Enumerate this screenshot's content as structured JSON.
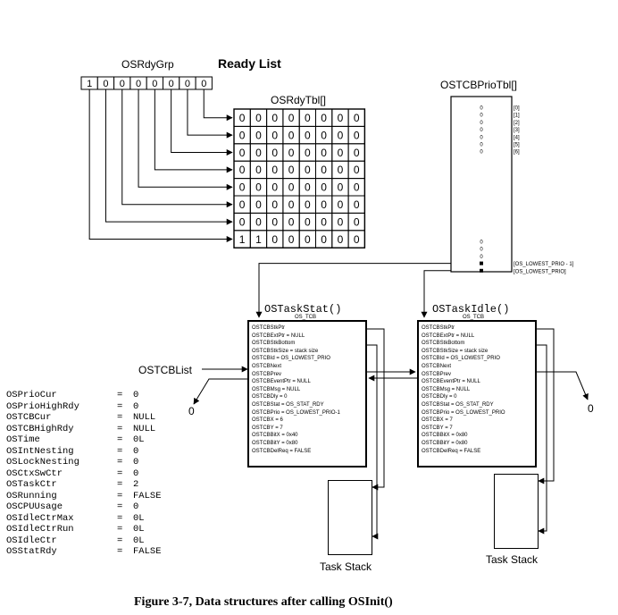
{
  "ready_list_title": "Ready List",
  "osrdygrp": {
    "label": "OSRdyGrp",
    "bits": [
      "1",
      "0",
      "0",
      "0",
      "0",
      "0",
      "0",
      "0"
    ]
  },
  "osrdytbl": {
    "label": "OSRdyTbl[]",
    "rows": [
      [
        "0",
        "0",
        "0",
        "0",
        "0",
        "0",
        "0",
        "0"
      ],
      [
        "0",
        "0",
        "0",
        "0",
        "0",
        "0",
        "0",
        "0"
      ],
      [
        "0",
        "0",
        "0",
        "0",
        "0",
        "0",
        "0",
        "0"
      ],
      [
        "0",
        "0",
        "0",
        "0",
        "0",
        "0",
        "0",
        "0"
      ],
      [
        "0",
        "0",
        "0",
        "0",
        "0",
        "0",
        "0",
        "0"
      ],
      [
        "0",
        "0",
        "0",
        "0",
        "0",
        "0",
        "0",
        "0"
      ],
      [
        "0",
        "0",
        "0",
        "0",
        "0",
        "0",
        "0",
        "0"
      ],
      [
        "1",
        "1",
        "0",
        "0",
        "0",
        "0",
        "0",
        "0"
      ]
    ]
  },
  "ostcbpriotbl": {
    "label": "OSTCBPrioTbl[]",
    "top_values": [
      "0",
      "0",
      "0",
      "0",
      "0",
      "0",
      "0"
    ],
    "top_indices": [
      "[0]",
      "[1]",
      "[2]",
      "[3]",
      "[4]",
      "[5]",
      "[6]"
    ],
    "bottom_values": [
      "0",
      "0",
      "0"
    ],
    "low_index_1": "[OS_LOWEST_PRIO - 1]",
    "low_index_0": "[OS_LOWEST_PRIO]"
  },
  "tcb_stat": {
    "title": "OSTaskStat()",
    "subtitle": "OS_TCB",
    "fields": [
      "OSTCBStkPtr",
      "OSTCBExtPtr = NULL",
      "OSTCBStkBottom",
      "OSTCBStkSize = stack size",
      "OSTCBId = OS_LOWEST_PRIO",
      "OSTCBNext",
      "OSTCBPrev",
      "OSTCBEventPtr = NULL",
      "OSTCBMsg = NULL",
      "OSTCBDly = 0",
      "OSTCBStat = OS_STAT_RDY",
      "OSTCBPrio = OS_LOWEST_PRIO-1",
      "OSTCBX = 6",
      "OSTCBY = 7",
      "OSTCBBitX = 0x40",
      "OSTCBBitY = 0x80",
      "OSTCBDelReq = FALSE"
    ]
  },
  "tcb_idle": {
    "title": "OSTaskIdle()",
    "subtitle": "OS_TCB",
    "fields": [
      "OSTCBStkPtr",
      "OSTCBExtPtr = NULL",
      "OSTCBStkBottom",
      "OSTCBStkSize = stack size",
      "OSTCBId = OS_LOWEST_PRIO",
      "OSTCBNext",
      "OSTCBPrev",
      "OSTCBEventPtr = NULL",
      "OSTCBMsg = NULL",
      "OSTCBDly = 0",
      "OSTCBStat = OS_STAT_RDY",
      "OSTCBPrio = OS_LOWEST_PRIO",
      "OSTCBX = 7",
      "OSTCBY = 7",
      "OSTCBBitX = 0x80",
      "OSTCBBitY = 0x80",
      "OSTCBDelReq = FALSE"
    ]
  },
  "ostcblist_label": "OSTCBList",
  "null_left": "0",
  "null_right": "0",
  "task_stack_left": "Task Stack",
  "task_stack_right": "Task Stack",
  "globals": [
    {
      "name": "OSPrioCur",
      "value": "0"
    },
    {
      "name": "OSPrioHighRdy",
      "value": "0"
    },
    {
      "name": "OSTCBCur",
      "value": "NULL"
    },
    {
      "name": "OSTCBHighRdy",
      "value": "NULL"
    },
    {
      "name": "OSTime",
      "value": "0L"
    },
    {
      "name": "OSIntNesting",
      "value": "0"
    },
    {
      "name": "OSLockNesting",
      "value": "0"
    },
    {
      "name": "OSCtxSwCtr",
      "value": "0"
    },
    {
      "name": "OSTaskCtr",
      "value": "2"
    },
    {
      "name": "OSRunning",
      "value": "FALSE"
    },
    {
      "name": "OSCPUUsage",
      "value": "0"
    },
    {
      "name": "OSIdleCtrMax",
      "value": "0L"
    },
    {
      "name": "OSIdleCtrRun",
      "value": "0L"
    },
    {
      "name": "OSIdleCtr",
      "value": "0L"
    },
    {
      "name": "OSStatRdy",
      "value": "FALSE"
    }
  ],
  "caption": "Figure 3-7, Data structures after calling OSInit()"
}
